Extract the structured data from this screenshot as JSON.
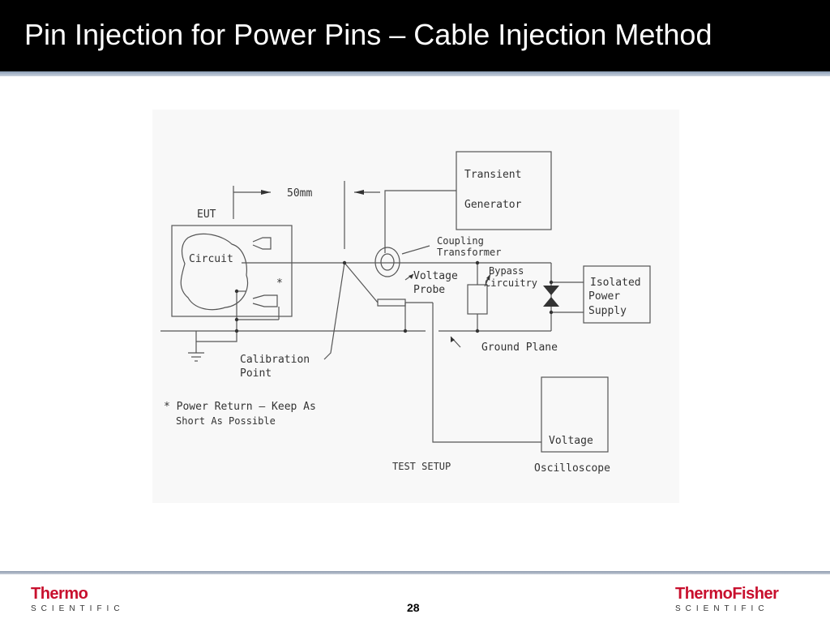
{
  "slide": {
    "title": "Pin Injection for Power Pins – Cable Injection Method",
    "page_number": "28"
  },
  "diagram": {
    "labels": {
      "dimension": "50mm",
      "eut": "EUT",
      "circuit": "Circuit",
      "asterisk": "*",
      "transient_line1": "Transient",
      "transient_line2": "Generator",
      "coupling_line1": "Coupling",
      "coupling_line2": "Transformer",
      "voltage_probe_line1": "Voltage",
      "voltage_probe_line2": "Probe",
      "bypass_line1": "Bypass",
      "bypass_line2": "Circuitry",
      "isolated_line1": "Isolated",
      "isolated_line2": "Power",
      "isolated_line3": "Supply",
      "ground_plane": "Ground Plane",
      "calibration_line1": "Calibration",
      "calibration_line2": "Point",
      "note_line1": "* Power Return – Keep As",
      "note_line2": "Short As Possible",
      "scope_voltage": "Voltage",
      "test_setup": "TEST SETUP",
      "oscilloscope": "Oscilloscope"
    }
  },
  "footer": {
    "logo_left_main": "Thermo",
    "logo_left_sub": "SCIENTIFIC",
    "logo_right_main": "ThermoFisher",
    "logo_right_sub": "SCIENTIFIC"
  },
  "colors": {
    "title_bar": "#000000",
    "title_text": "#ffffff",
    "logo_red": "#c8102e",
    "line": "#555555"
  }
}
